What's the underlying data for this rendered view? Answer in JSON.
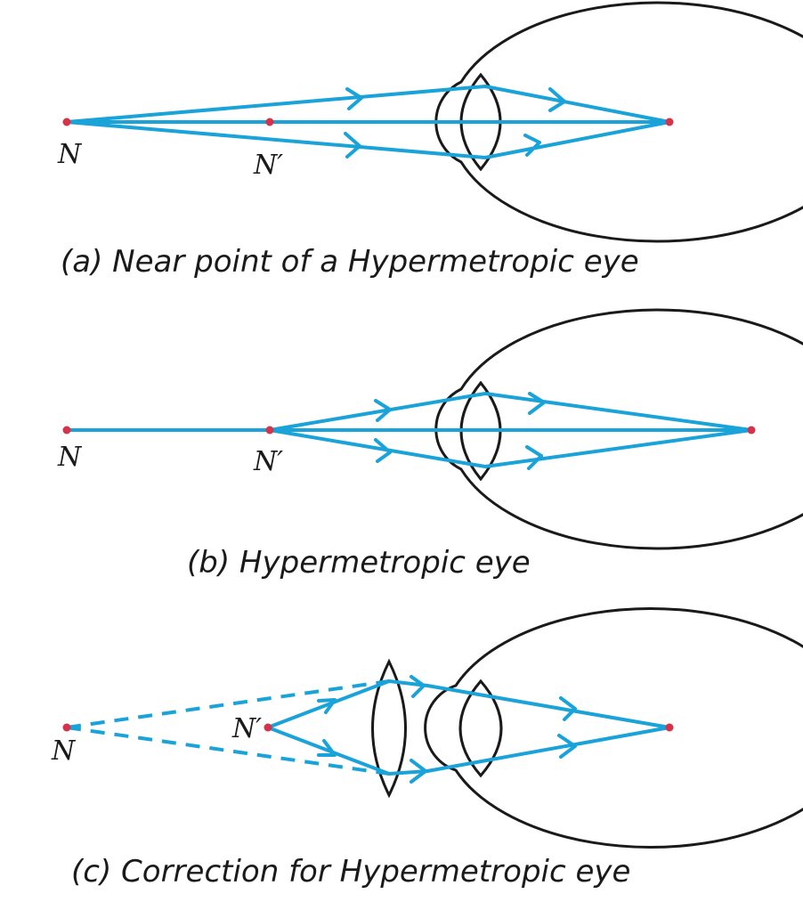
{
  "colors": {
    "ray": "#1aa3d9",
    "point": "#d6334a",
    "outline": "#1a1a1a"
  },
  "diagram_a": {
    "label_near_point": "N",
    "label_normal_near_point": "N′",
    "caption": "(a) Near point of a Hypermetropic eye"
  },
  "diagram_b": {
    "label_near_point": "N",
    "label_normal_near_point": "N′",
    "caption": "(b) Hypermetropic eye"
  },
  "diagram_c": {
    "label_near_point": "N",
    "label_normal_near_point": "N′",
    "caption": "(c) Correction for Hypermetropic eye"
  }
}
